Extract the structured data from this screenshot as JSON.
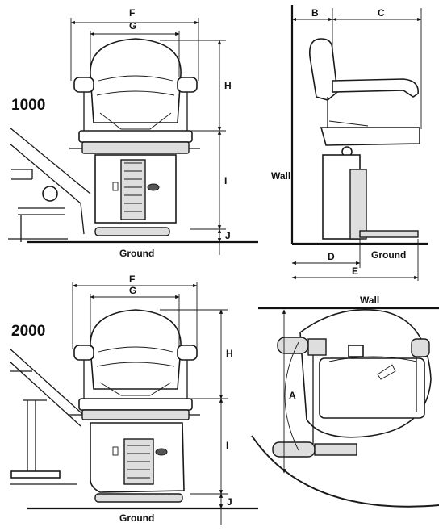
{
  "models": {
    "model_1000": "1000",
    "model_2000": "2000"
  },
  "dimensions": {
    "A": "A",
    "B": "B",
    "C": "C",
    "D": "D",
    "E": "E",
    "F": "F",
    "G": "G",
    "H": "H",
    "I": "I",
    "J": "J"
  },
  "labels": {
    "ground": "Ground",
    "wall": "Wall"
  }
}
